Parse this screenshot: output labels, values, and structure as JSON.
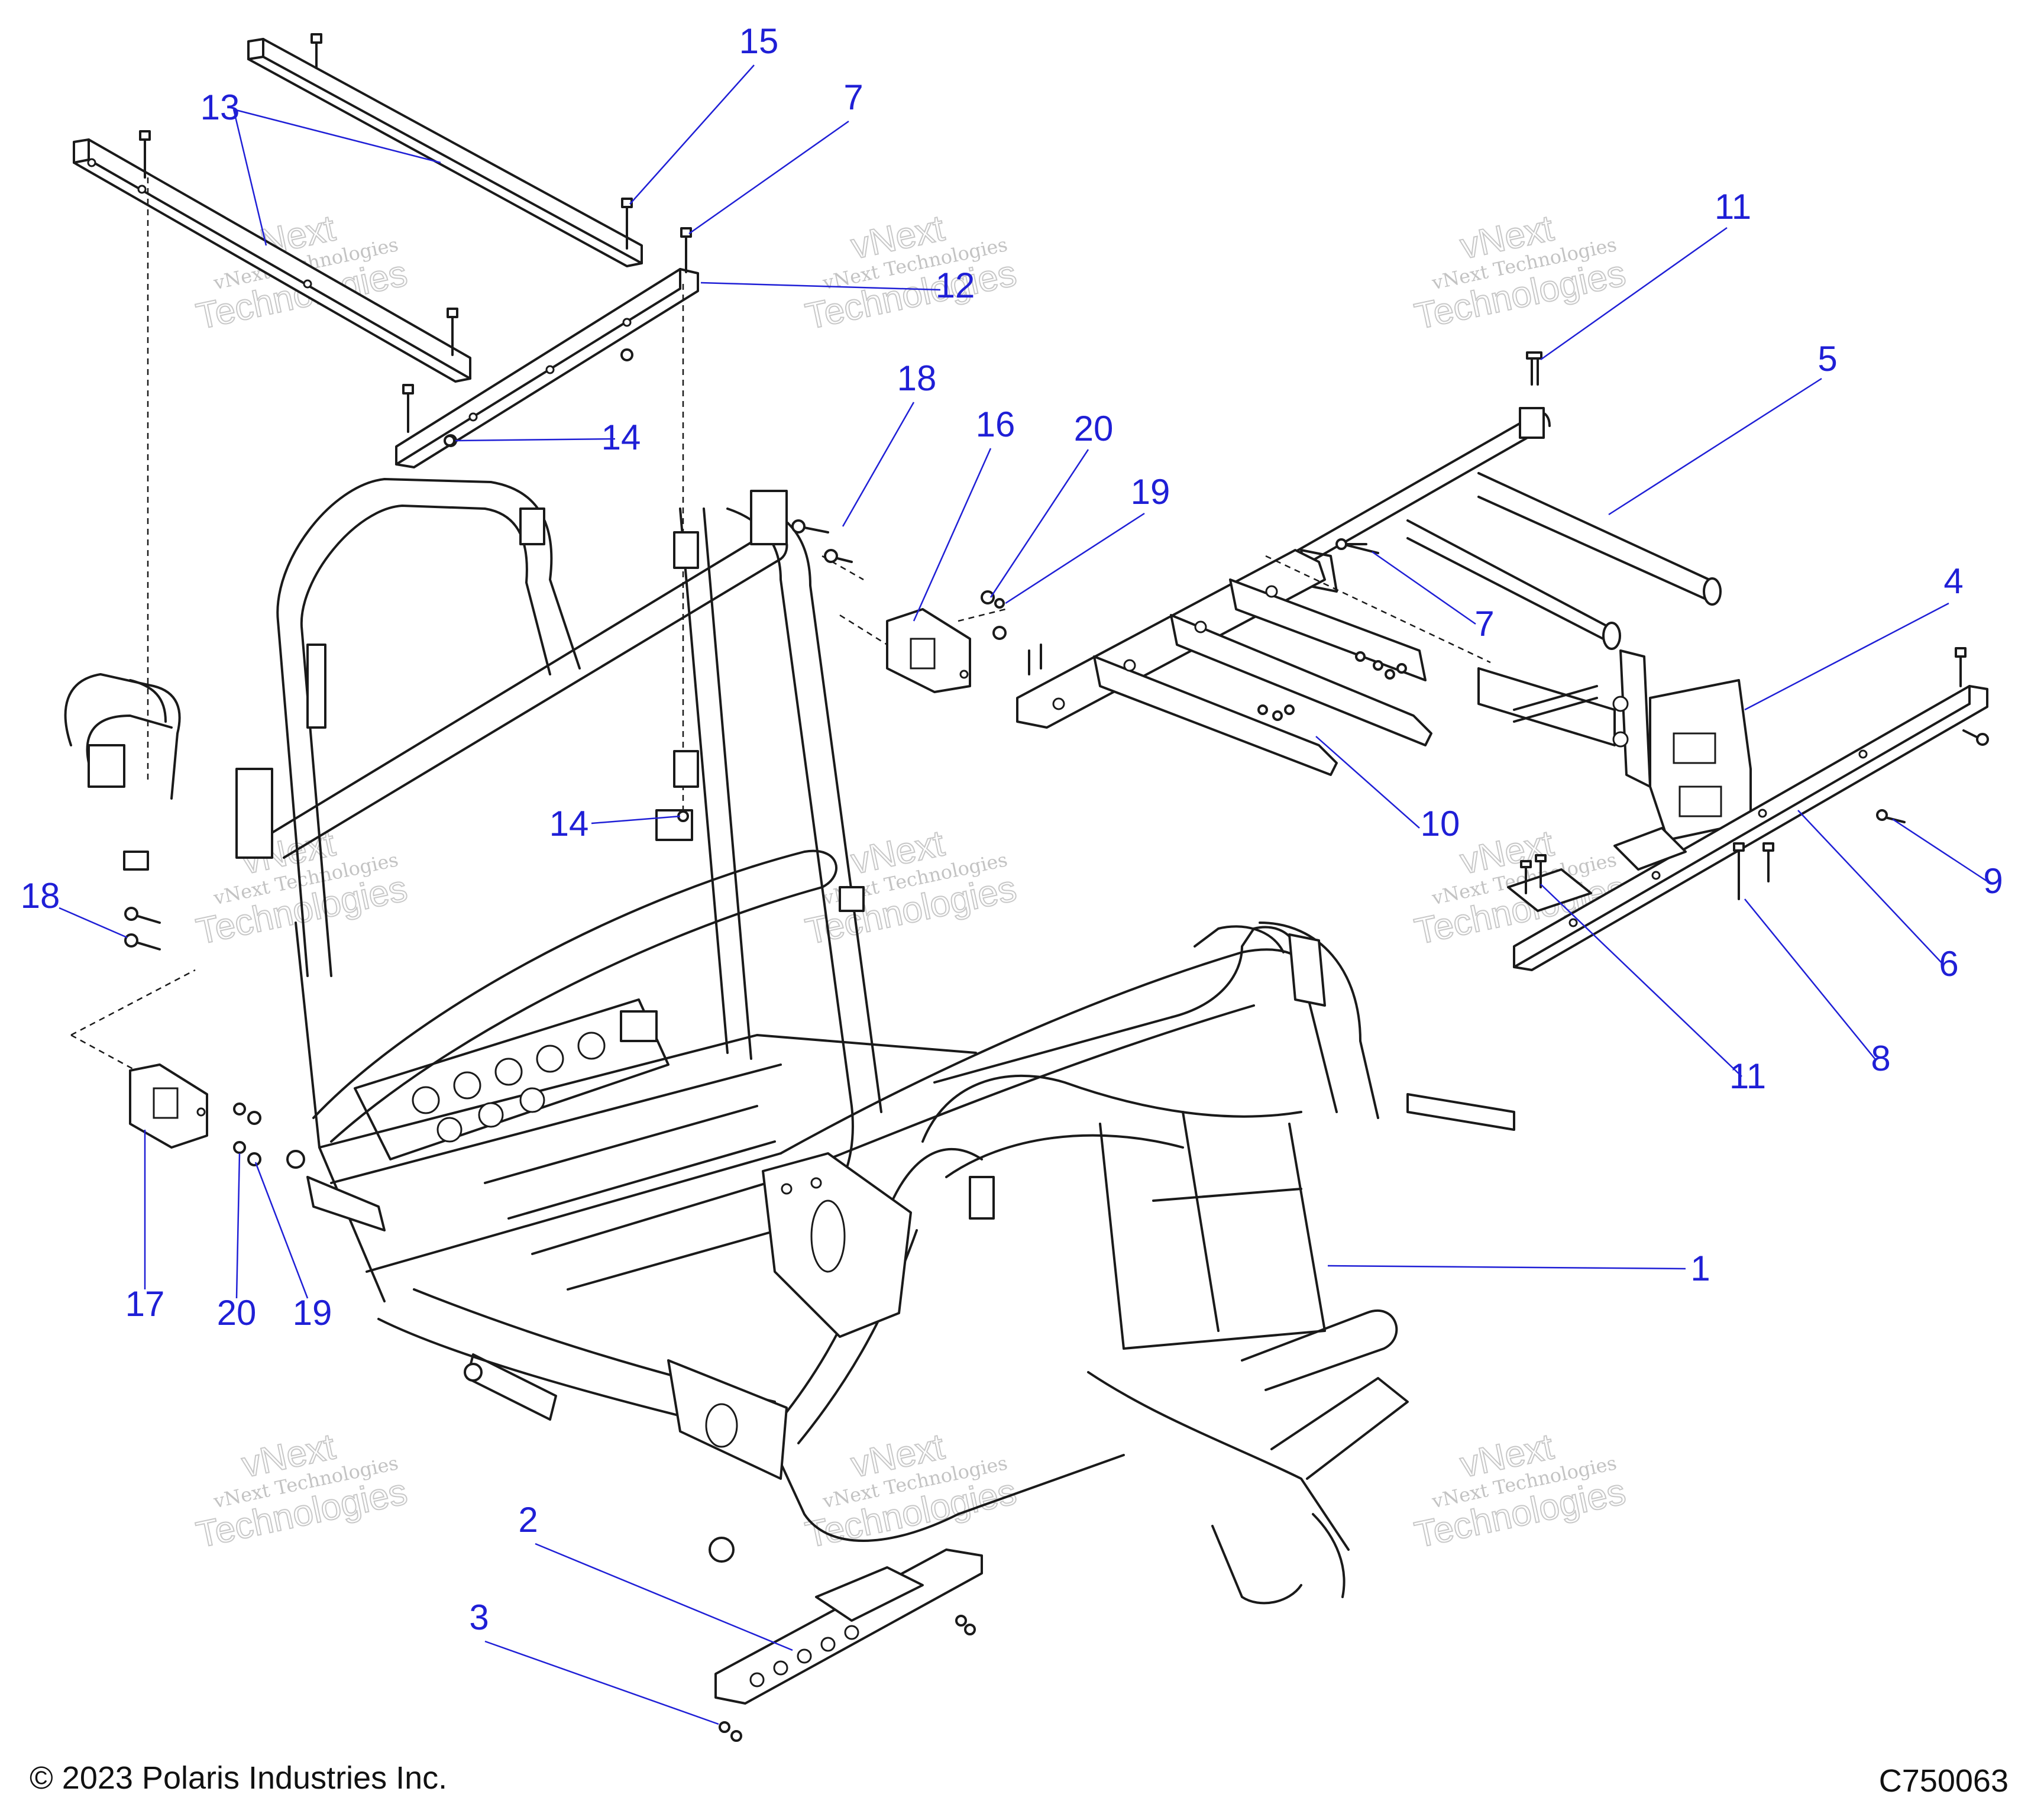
{
  "diagram": {
    "accent_color": "#1f1fd6",
    "line_color": "#1a1a1a",
    "callouts": [
      {
        "id": "c15",
        "label": "15"
      },
      {
        "id": "c7a",
        "label": "7"
      },
      {
        "id": "c13",
        "label": "13"
      },
      {
        "id": "c12",
        "label": "12"
      },
      {
        "id": "c11a",
        "label": "11"
      },
      {
        "id": "c5",
        "label": "5"
      },
      {
        "id": "c14a",
        "label": "14"
      },
      {
        "id": "c18a",
        "label": "18"
      },
      {
        "id": "c16",
        "label": "16"
      },
      {
        "id": "c20a",
        "label": "20"
      },
      {
        "id": "c19a",
        "label": "19"
      },
      {
        "id": "c7b",
        "label": "7"
      },
      {
        "id": "c4",
        "label": "4"
      },
      {
        "id": "c14b",
        "label": "14"
      },
      {
        "id": "c10",
        "label": "10"
      },
      {
        "id": "c9",
        "label": "9"
      },
      {
        "id": "c18b",
        "label": "18"
      },
      {
        "id": "c6",
        "label": "6"
      },
      {
        "id": "c8",
        "label": "8"
      },
      {
        "id": "c11b",
        "label": "11"
      },
      {
        "id": "c1",
        "label": "1"
      },
      {
        "id": "c17",
        "label": "17"
      },
      {
        "id": "c20b",
        "label": "20"
      },
      {
        "id": "c19b",
        "label": "19"
      },
      {
        "id": "c2",
        "label": "2"
      },
      {
        "id": "c3",
        "label": "3"
      }
    ],
    "watermark_line1": "vNext Technologies",
    "watermark_line2": "Technologies",
    "watermark_line3": "vNext"
  },
  "footer": {
    "copyright": "© 2023 Polaris Industries Inc.",
    "figure_code": "C750063"
  }
}
